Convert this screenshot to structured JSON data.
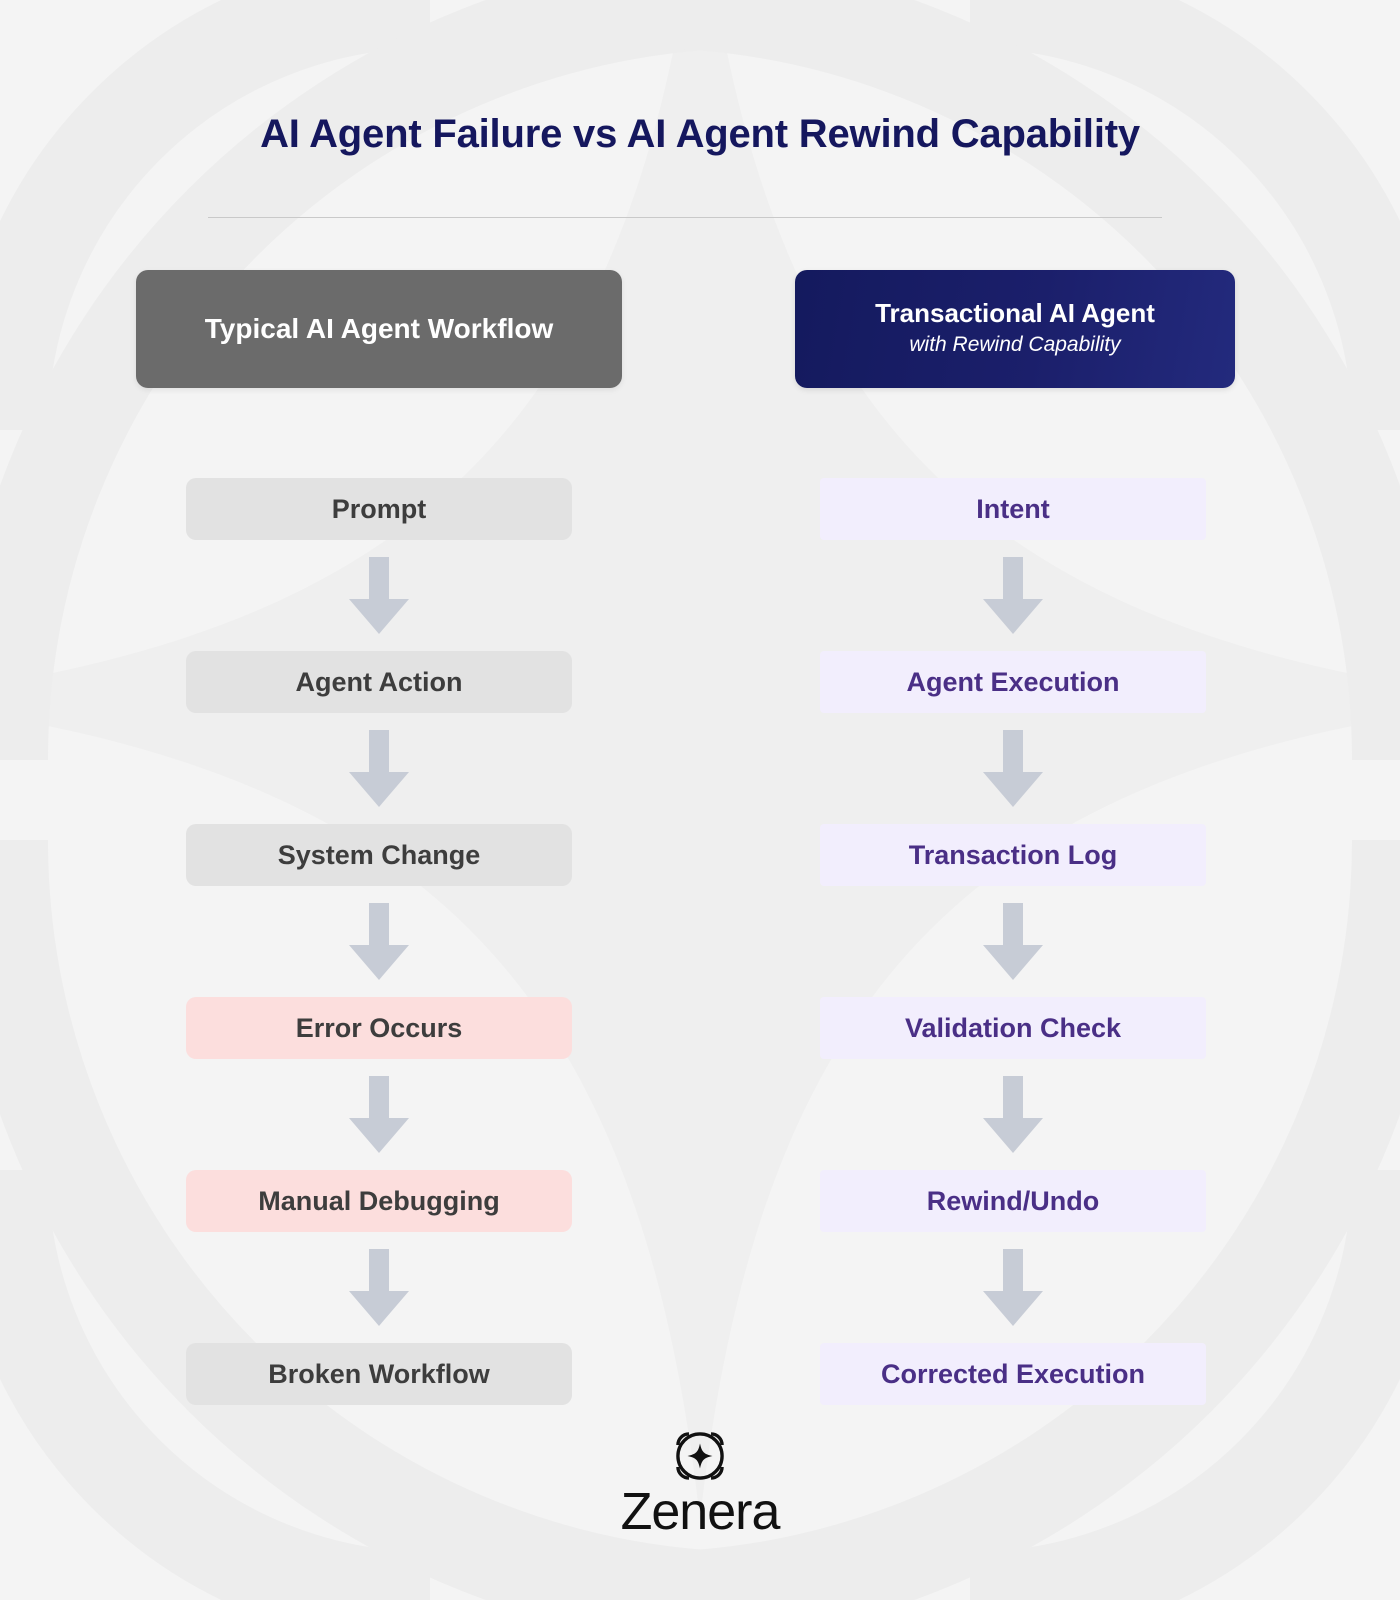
{
  "title": "AI Agent Failure vs AI Agent Rewind Capability",
  "colors": {
    "title_navy": "#15175e",
    "header_left_bg": "#6b6b6b",
    "header_right_bg": "#141a5e",
    "node_neutral_bg": "#e2e2e2",
    "node_neutral_text": "#3d3d3d",
    "node_error_bg": "#fcdedd",
    "node_good_bg": "#f2eefd",
    "node_good_text": "#4a2f86",
    "arrow": "#c7ccd6",
    "page_bg": "#f4f4f4"
  },
  "columns": {
    "left": {
      "header": {
        "main": "Typical AI Agent Workflow",
        "sub": ""
      },
      "nodes": [
        {
          "label": "Prompt",
          "state": "neutral"
        },
        {
          "label": "Agent Action",
          "state": "neutral"
        },
        {
          "label": "System Change",
          "state": "neutral"
        },
        {
          "label": "Error Occurs",
          "state": "error"
        },
        {
          "label": "Manual Debugging",
          "state": "error"
        },
        {
          "label": "Broken Workflow",
          "state": "neutral"
        }
      ]
    },
    "right": {
      "header": {
        "main": "Transactional AI Agent",
        "sub": "with Rewind Capability"
      },
      "nodes": [
        {
          "label": "Intent",
          "state": "good"
        },
        {
          "label": "Agent Execution",
          "state": "good"
        },
        {
          "label": "Transaction Log",
          "state": "good"
        },
        {
          "label": "Validation Check",
          "state": "good"
        },
        {
          "label": "Rewind/Undo",
          "state": "good"
        },
        {
          "label": "Corrected Execution",
          "state": "good"
        }
      ]
    }
  },
  "brand": {
    "name": "Zenera",
    "mark_icon": "zenera-starburst-icon"
  },
  "icons": {
    "arrow": "arrow-down-icon",
    "watermark": "background-watermark-icon"
  }
}
